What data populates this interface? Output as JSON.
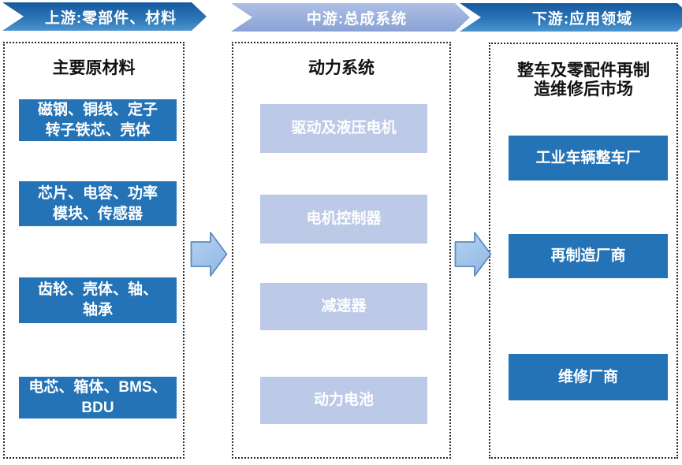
{
  "diagram": {
    "type": "industry-chain",
    "colors": {
      "dark_blue": "#2473b6",
      "dark_banner_top": "#15599f",
      "dark_banner_bottom": "#4d95ce",
      "light_banner_top": "#aebfe5",
      "light_banner_bottom": "#8aa2d4",
      "light_box": "#bdcae7",
      "arrow_fill_top": "#b6d2f0",
      "arrow_fill_bottom": "#95bbe6",
      "arrow_stroke": "#5e8abd",
      "frame_border": "#2b2b2b",
      "text_on_blue": "#ffffff",
      "title_text": "#111111"
    },
    "arrows": [
      {
        "icon": "right-arrow-icon"
      },
      {
        "icon": "right-arrow-icon"
      }
    ],
    "columns": [
      {
        "banner": "上游:零部件、材料",
        "title": "主要原材料",
        "boxes": [
          {
            "label": "磁钢、铜线、定子\n转子铁芯、壳体"
          },
          {
            "label": "芯片、电容、功率\n模块、传感器"
          },
          {
            "label": "齿轮、壳体、轴、\n轴承"
          },
          {
            "label": "电芯、箱体、BMS、\nBDU"
          }
        ]
      },
      {
        "banner": "中游:总成系统",
        "title": "动力系统",
        "boxes": [
          {
            "label": "驱动及液压电机"
          },
          {
            "label": "电机控制器"
          },
          {
            "label": "减速器"
          },
          {
            "label": "动力电池"
          }
        ]
      },
      {
        "banner": "下游:应用领域",
        "title": "整车及零配件再制\n造维修后市场",
        "boxes": [
          {
            "label": "工业车辆整车厂"
          },
          {
            "label": "再制造厂商"
          },
          {
            "label": "维修厂商"
          }
        ]
      }
    ]
  }
}
